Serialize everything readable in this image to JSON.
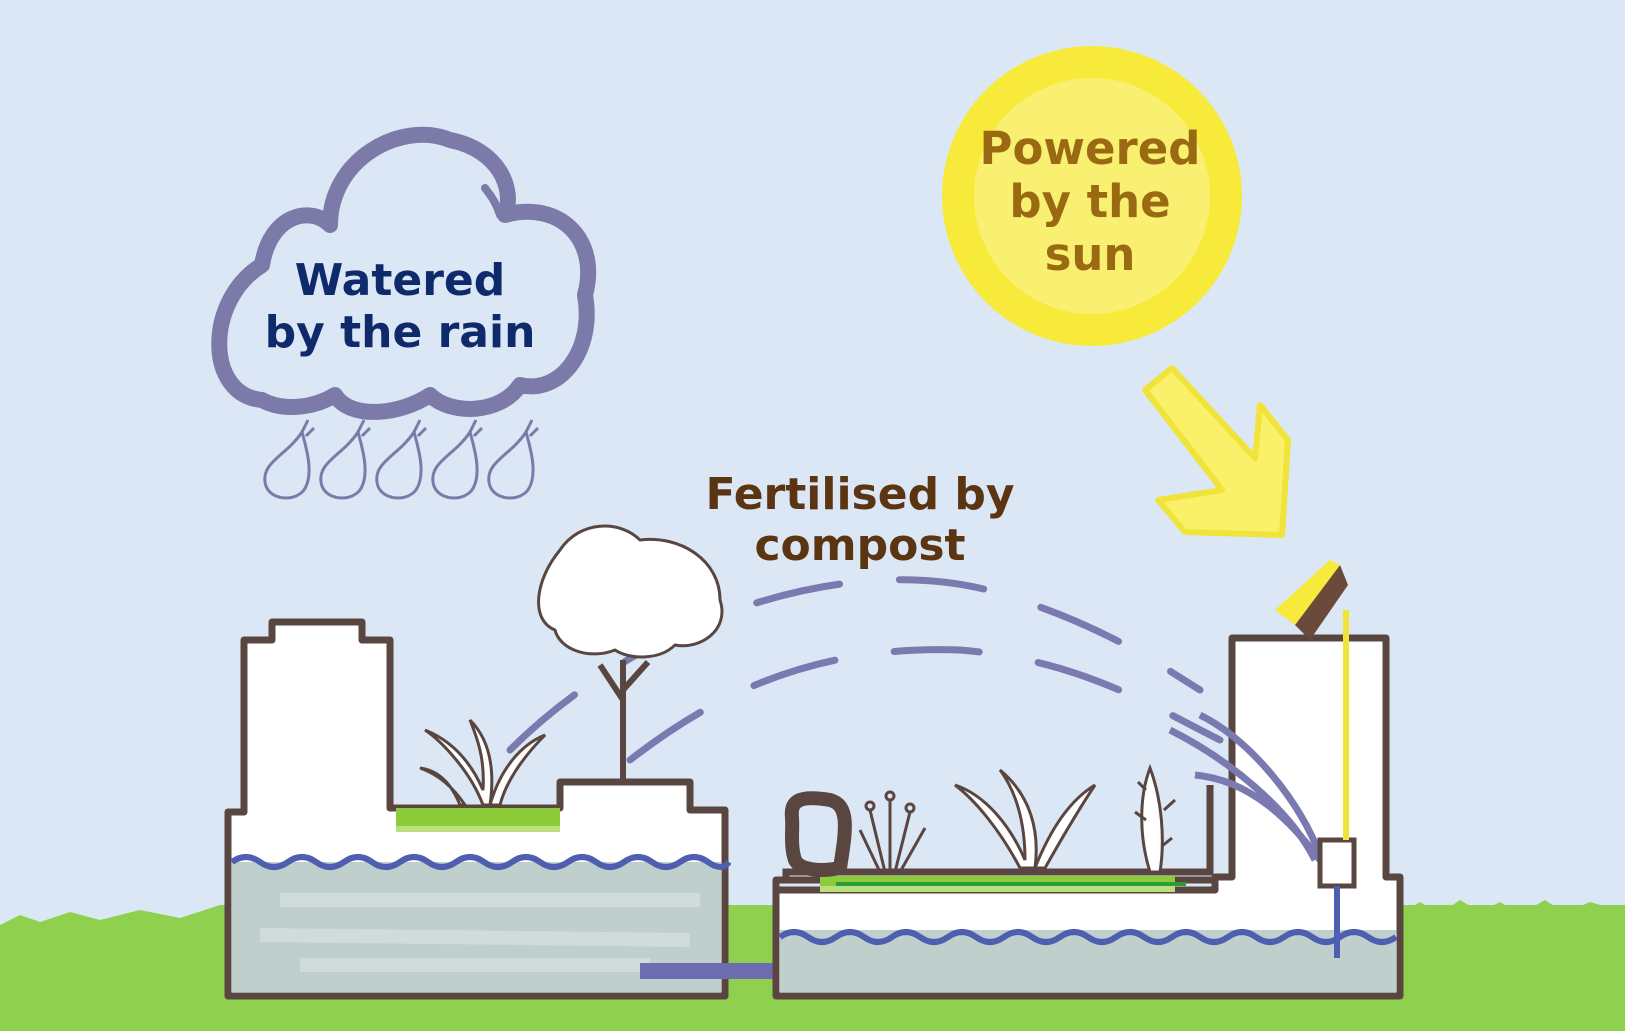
{
  "labels": {
    "rain": "Watered\nby the rain",
    "sun": "Powered\nby the\nsun",
    "compost": "Fertilised by\ncompost"
  },
  "colors": {
    "sky": "#dbe7f5",
    "grass": "#8fd14f",
    "cloud_outline": "#7c7aa8",
    "rain_text": "#0e2a6b",
    "sun_fill": "#f7ea3a",
    "sun_text": "#9a6a12",
    "compost_text": "#5b3512",
    "tank_outline": "#5a4640",
    "water": "#bfcfcc",
    "wave": "#4e5fb0",
    "green_bed": "#8ccc3a",
    "arc_dash": "#7a7ab0"
  },
  "icons": [
    "cloud-icon",
    "raindrop-icon",
    "sun-icon",
    "arrow-icon",
    "tree-icon",
    "plant-icon",
    "solar-panel-icon"
  ]
}
